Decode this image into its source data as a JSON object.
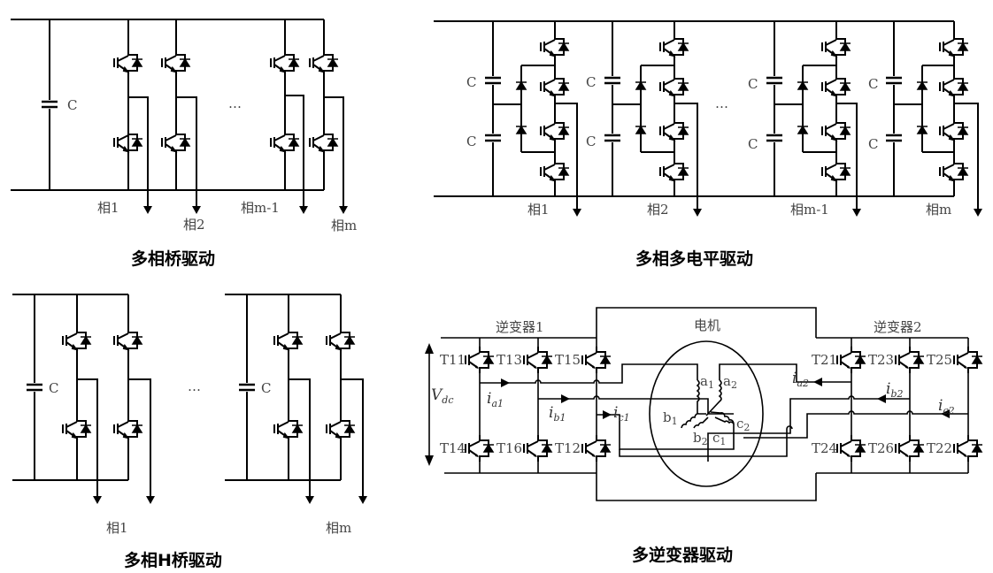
{
  "figure": {
    "panels": [
      {
        "id": "multiphase-bridge",
        "caption": "多相桥驱动",
        "capacitor_label": "C",
        "ellipsis": "…",
        "phase_labels": [
          "相1",
          "相2",
          "相m-1",
          "相m"
        ]
      },
      {
        "id": "multiphase-multilevel",
        "caption": "多相多电平驱动",
        "capacitor_label": "C",
        "ellipsis": "…",
        "phase_labels": [
          "相1",
          "相2",
          "相m-1",
          "相m"
        ]
      },
      {
        "id": "multiphase-h-bridge",
        "caption": "多相H桥驱动",
        "capacitor_label": "C",
        "ellipsis": "…",
        "phase_labels": [
          "相1",
          "相m"
        ]
      },
      {
        "id": "multi-inverter",
        "caption": "多逆变器驱动",
        "inverter1_label": "逆变器1",
        "inverter2_label": "逆变器2",
        "motor_label": "电机",
        "dc_voltage_label": "V",
        "dc_voltage_sub": "dc",
        "inverter1_switches": [
          "T11",
          "T13",
          "T15",
          "T14",
          "T16",
          "T12"
        ],
        "inverter2_switches": [
          "T21",
          "T23",
          "T25",
          "T24",
          "T26",
          "T22"
        ],
        "currents1": [
          {
            "main": "i",
            "sub": "a1"
          },
          {
            "main": "i",
            "sub": "b1"
          },
          {
            "main": "i",
            "sub": "c1"
          }
        ],
        "currents2": [
          {
            "main": "i",
            "sub": "a2"
          },
          {
            "main": "i",
            "sub": "b2"
          },
          {
            "main": "i",
            "sub": "c2"
          }
        ],
        "windings": [
          {
            "main": "a",
            "sub": "1"
          },
          {
            "main": "a",
            "sub": "2"
          },
          {
            "main": "b",
            "sub": "1"
          },
          {
            "main": "b",
            "sub": "2"
          },
          {
            "main": "c",
            "sub": "1"
          },
          {
            "main": "c",
            "sub": "2"
          }
        ]
      }
    ]
  }
}
